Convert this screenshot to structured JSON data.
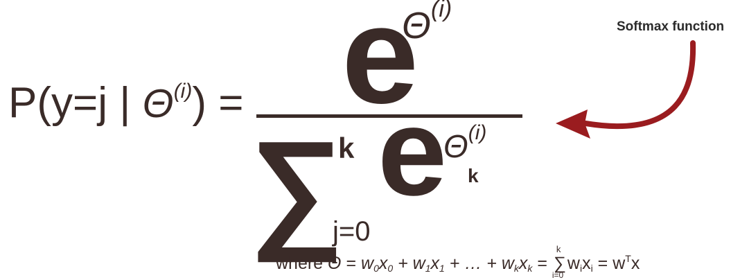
{
  "lhs": {
    "p": "P",
    "open_paren": "(",
    "expr": "y=j | ",
    "theta": "Θ",
    "sup_i": "(i)",
    "close_paren": ")",
    "equals": " ="
  },
  "numerator": {
    "e": "e",
    "theta": "Θ",
    "sup_i": "(i)"
  },
  "denominator": {
    "sigma": "∑",
    "upper": "k",
    "lower": "j=0",
    "e": "e",
    "theta": "Θ",
    "sup_i": "(i)",
    "sub_k": "k"
  },
  "annotation": {
    "label": "Softmax function",
    "arrow_color": "#9a1c1f"
  },
  "footer": {
    "where": "where ",
    "theta": "Θ",
    "eq1": " = ",
    "w": "w",
    "x": "x",
    "sub0": "0",
    "sub1": "1",
    "subk": "k",
    "plus": " + ",
    "dots": "…",
    "eq2": " = ",
    "sum_symbol": "∑",
    "sum_upper": "k",
    "sum_lower": "i=0",
    "wi": "w",
    "xi": "x",
    "subi": "i",
    "eq3": " = ",
    "wT": "w",
    "T": "T",
    "xT": "x"
  }
}
